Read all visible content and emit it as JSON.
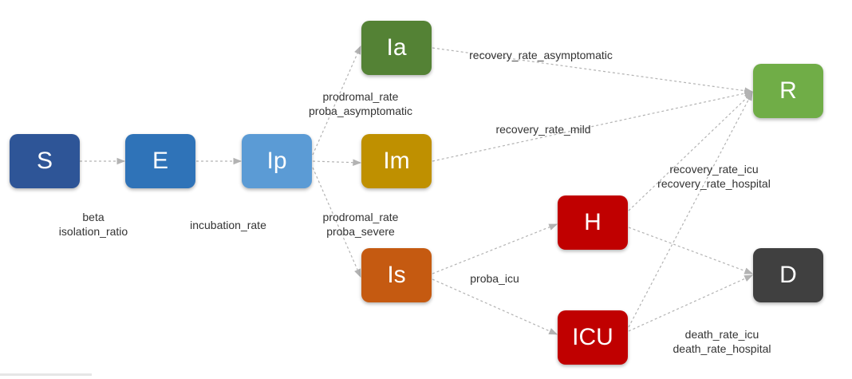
{
  "nodes": {
    "s": {
      "label": "S",
      "color": "#2e5597"
    },
    "e": {
      "label": "E",
      "color": "#2f73b8"
    },
    "ip": {
      "label": "Ip",
      "color": "#5b9bd5"
    },
    "ia": {
      "label": "Ia",
      "color": "#548235"
    },
    "im": {
      "label": "Im",
      "color": "#bf9000"
    },
    "is": {
      "label": "Is",
      "color": "#c55a11"
    },
    "h": {
      "label": "H",
      "color": "#c00000"
    },
    "icu": {
      "label": "ICU",
      "color": "#c00000"
    },
    "r": {
      "label": "R",
      "color": "#70ad47"
    },
    "d": {
      "label": "D",
      "color": "#404040"
    }
  },
  "edge_labels": {
    "s_e": [
      "beta",
      "isolation_ratio"
    ],
    "e_ip": [
      "incubation_rate"
    ],
    "ip_ia": [
      "prodromal_rate",
      "proba_asymptomatic"
    ],
    "ip_is": [
      "prodromal_rate",
      "proba_severe"
    ],
    "ia_r": [
      "recovery_rate_asymptomatic"
    ],
    "im_r": [
      "recovery_rate_mild"
    ],
    "is_h": [
      "proba_icu"
    ],
    "h_r": [
      "recovery_rate_icu",
      "recovery_rate_hospital"
    ],
    "icu_d": [
      "death_rate_icu",
      "death_rate_hospital"
    ]
  },
  "edges": [
    [
      "s",
      "e"
    ],
    [
      "e",
      "ip"
    ],
    [
      "ip",
      "ia"
    ],
    [
      "ip",
      "im"
    ],
    [
      "ip",
      "is"
    ],
    [
      "ia",
      "r"
    ],
    [
      "im",
      "r"
    ],
    [
      "is",
      "h"
    ],
    [
      "is",
      "icu"
    ],
    [
      "h",
      "r"
    ],
    [
      "h",
      "d"
    ],
    [
      "icu",
      "r"
    ],
    [
      "icu",
      "d"
    ]
  ]
}
